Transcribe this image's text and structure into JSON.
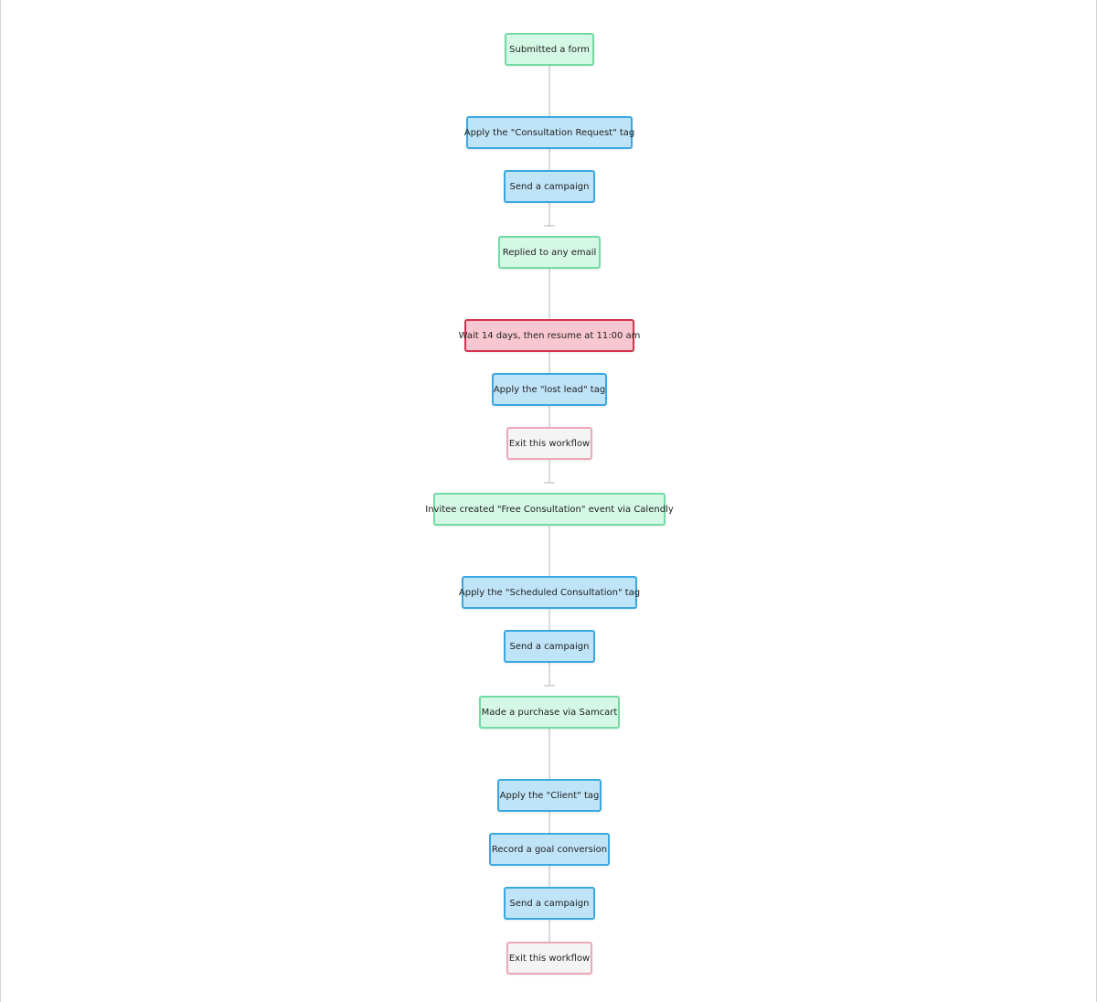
{
  "colors": {
    "trigger_fill": "#d5f8e6",
    "trigger_border": "#72dba3",
    "action_fill": "#bfe3f7",
    "action_border": "#3aa8e0",
    "wait_fill": "#f8c7d1",
    "wait_border": "#d6304f",
    "exit_fill": "#f4f4f5",
    "exit_border": "#eda8b7",
    "connector": "#b5b5b5"
  },
  "workflow": {
    "nodes": [
      {
        "type": "trigger",
        "label": "Submitted a form"
      },
      {
        "type": "action",
        "label": "Apply the \"Consultation Request\" tag"
      },
      {
        "type": "action",
        "label": "Send a campaign"
      },
      {
        "type": "trigger",
        "label": "Replied to any email"
      },
      {
        "type": "wait",
        "label": "Wait 14 days, then resume at 11:00 am"
      },
      {
        "type": "action",
        "label": "Apply the \"lost lead\" tag"
      },
      {
        "type": "exit",
        "label": "Exit this workflow"
      },
      {
        "type": "trigger",
        "label": "Invitee created \"Free Consultation\" event via Calendly"
      },
      {
        "type": "action",
        "label": "Apply the \"Scheduled Consultation\" tag"
      },
      {
        "type": "action",
        "label": "Send a campaign"
      },
      {
        "type": "trigger",
        "label": "Made a purchase via Samcart"
      },
      {
        "type": "action",
        "label": "Apply the \"Client\" tag"
      },
      {
        "type": "action",
        "label": "Record a goal conversion"
      },
      {
        "type": "action",
        "label": "Send a campaign"
      },
      {
        "type": "exit",
        "label": "Exit this workflow"
      }
    ]
  }
}
